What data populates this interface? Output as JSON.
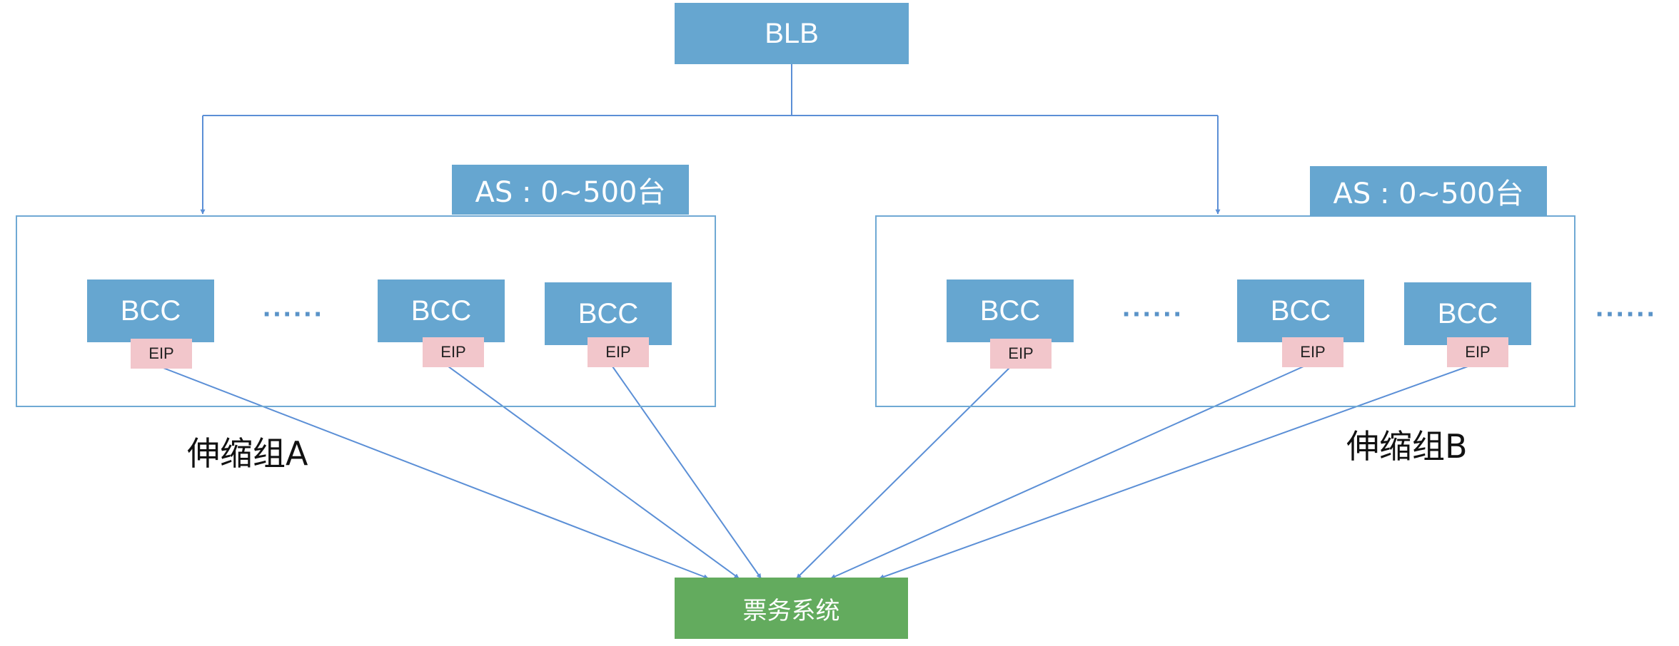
{
  "blb": {
    "label": "BLB"
  },
  "ticket_system": {
    "label": "票务系统"
  },
  "group_a": {
    "label": "伸缩组A",
    "as_label": "AS : 0~500台",
    "bcc_label": "BCC",
    "eip_label": "EIP",
    "ellipsis": "······"
  },
  "group_b": {
    "label": "伸缩组B",
    "as_label": "AS : 0~500台",
    "bcc_label": "BCC",
    "eip_label": "EIP",
    "ellipsis": "······",
    "outer_ellipsis": "······"
  },
  "colors": {
    "node_blue": "#66a6d0",
    "ticket_green": "#63ab5e",
    "eip_pink": "#f2c6cb",
    "connector_blue": "#5b8fd6"
  }
}
